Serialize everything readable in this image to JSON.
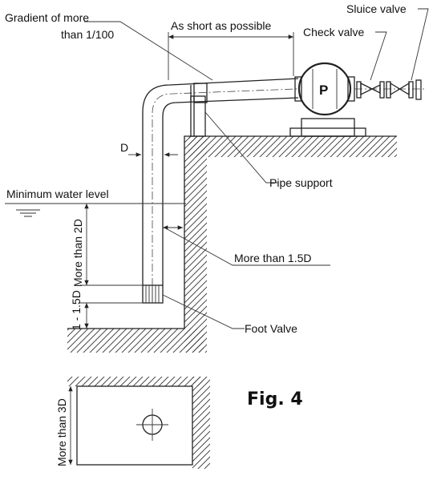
{
  "labels": {
    "gradient_line1": "Gradient of more",
    "gradient_line2": "than 1/100",
    "as_short": "As short as possible",
    "check_valve": "Check valve",
    "sluice_valve": "Sluice valve",
    "pump": "P",
    "d": "D",
    "pipe_support": "Pipe support",
    "min_water": "Minimum water level",
    "more_2d": "More than 2D",
    "more_15d": "More than 1.5D",
    "range_15d": "1 - 1.5D",
    "foot_valve": "Foot Valve",
    "more_3d": "More than 3D",
    "fig": "Fig. 4"
  }
}
